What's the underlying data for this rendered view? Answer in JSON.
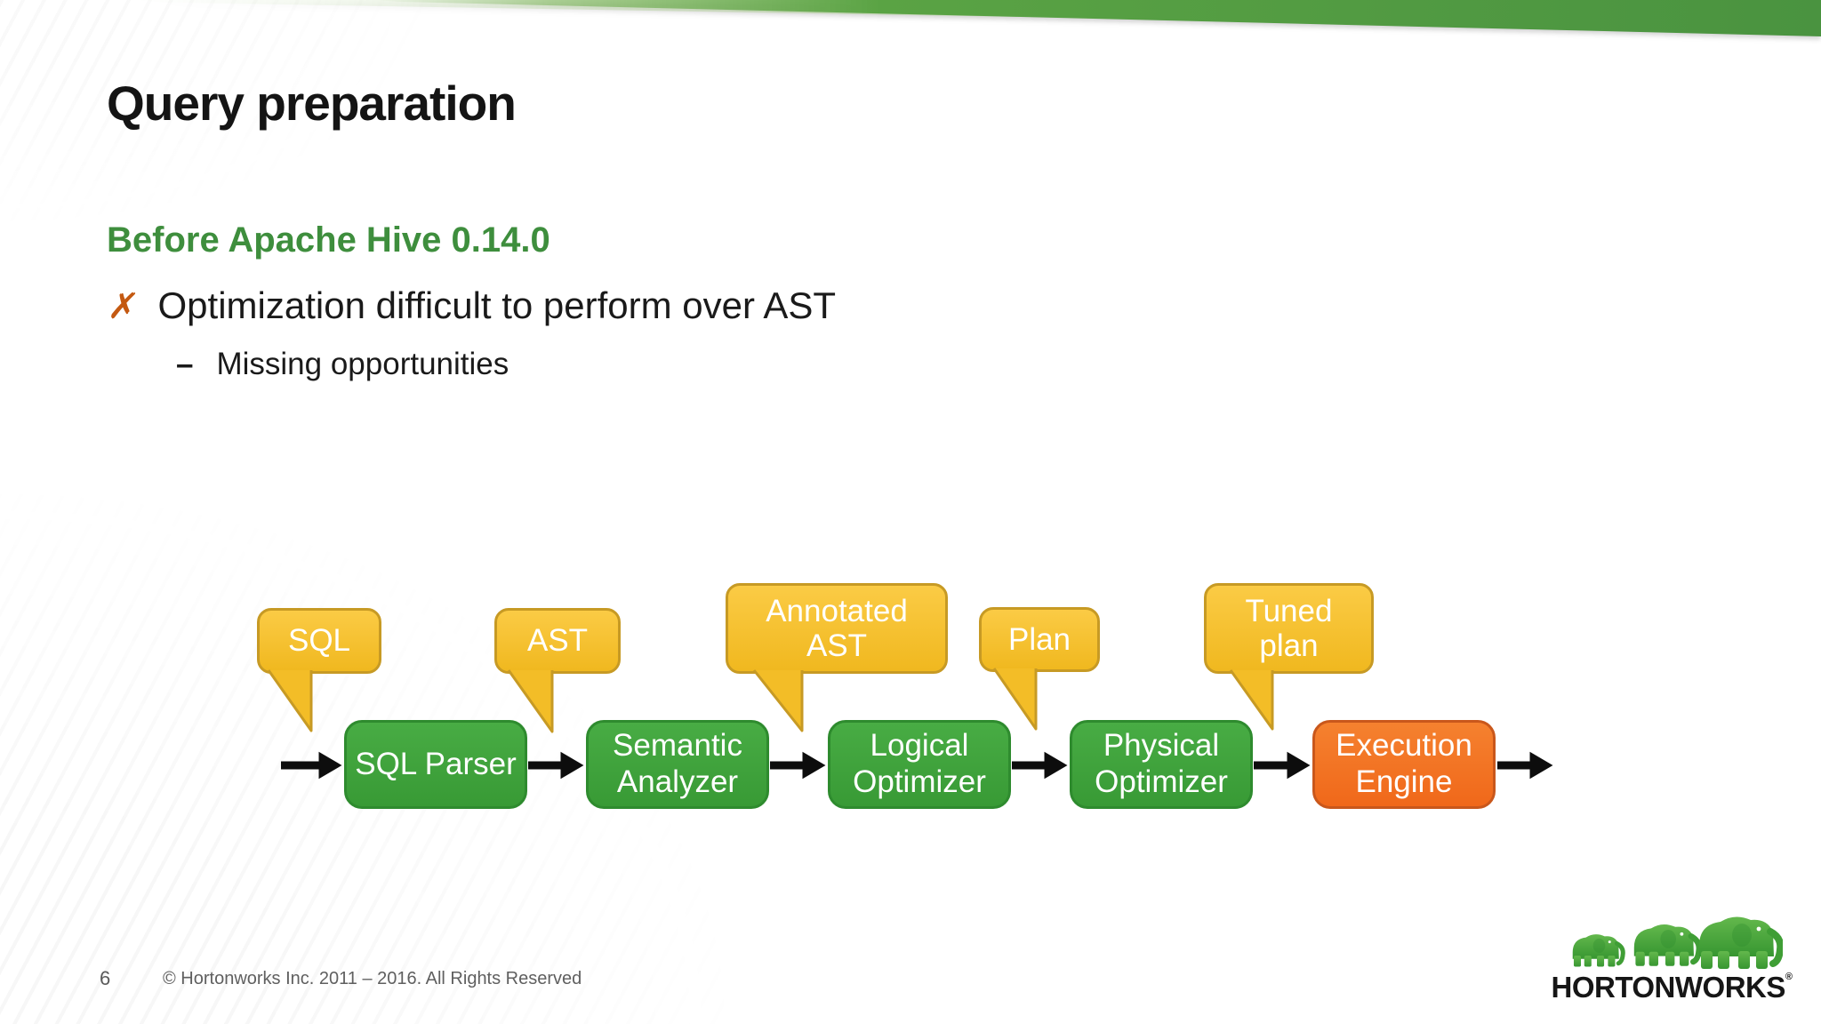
{
  "slide": {
    "title": "Query preparation",
    "subtitle": "Before Apache Hive 0.14.0",
    "bullets": {
      "level1_marker": "✗",
      "level1_text": "Optimization difficult to perform over AST",
      "level2_marker": "–",
      "level2_text": "Missing opportunities"
    },
    "footer": {
      "page_number": "6",
      "copyright": "© Hortonworks Inc. 2011 – 2016. All Rights Reserved"
    },
    "logo": {
      "brand": "HORTONWORKS",
      "registered_mark": "®"
    }
  },
  "diagram": {
    "stages": [
      {
        "label": "SQL Parser",
        "color": "green"
      },
      {
        "label": "Semantic\nAnalyzer",
        "color": "green"
      },
      {
        "label": "Logical\nOptimizer",
        "color": "green"
      },
      {
        "label": "Physical\nOptimizer",
        "color": "green"
      },
      {
        "label": "Execution\nEngine",
        "color": "orange"
      }
    ],
    "callouts": [
      {
        "label": "SQL"
      },
      {
        "label": "AST"
      },
      {
        "label": "Annotated\nAST"
      },
      {
        "label": "Plan"
      },
      {
        "label": "Tuned\nplan"
      }
    ],
    "colors": {
      "stage_green": "#3EA53C",
      "stage_green_border": "#2E8B2E",
      "stage_orange": "#F4711E",
      "stage_orange_border": "#C9571B",
      "callout_yellow": "#F5BE29",
      "callout_border": "#C79A24",
      "arrow_black": "#0D0D0D",
      "banner_green": "#4A9340",
      "subtitle_green": "#3E8E3D",
      "x_marker_orange": "#C45911",
      "footer_gray": "#5F5F5F",
      "logo_green": "#46A33C"
    }
  }
}
